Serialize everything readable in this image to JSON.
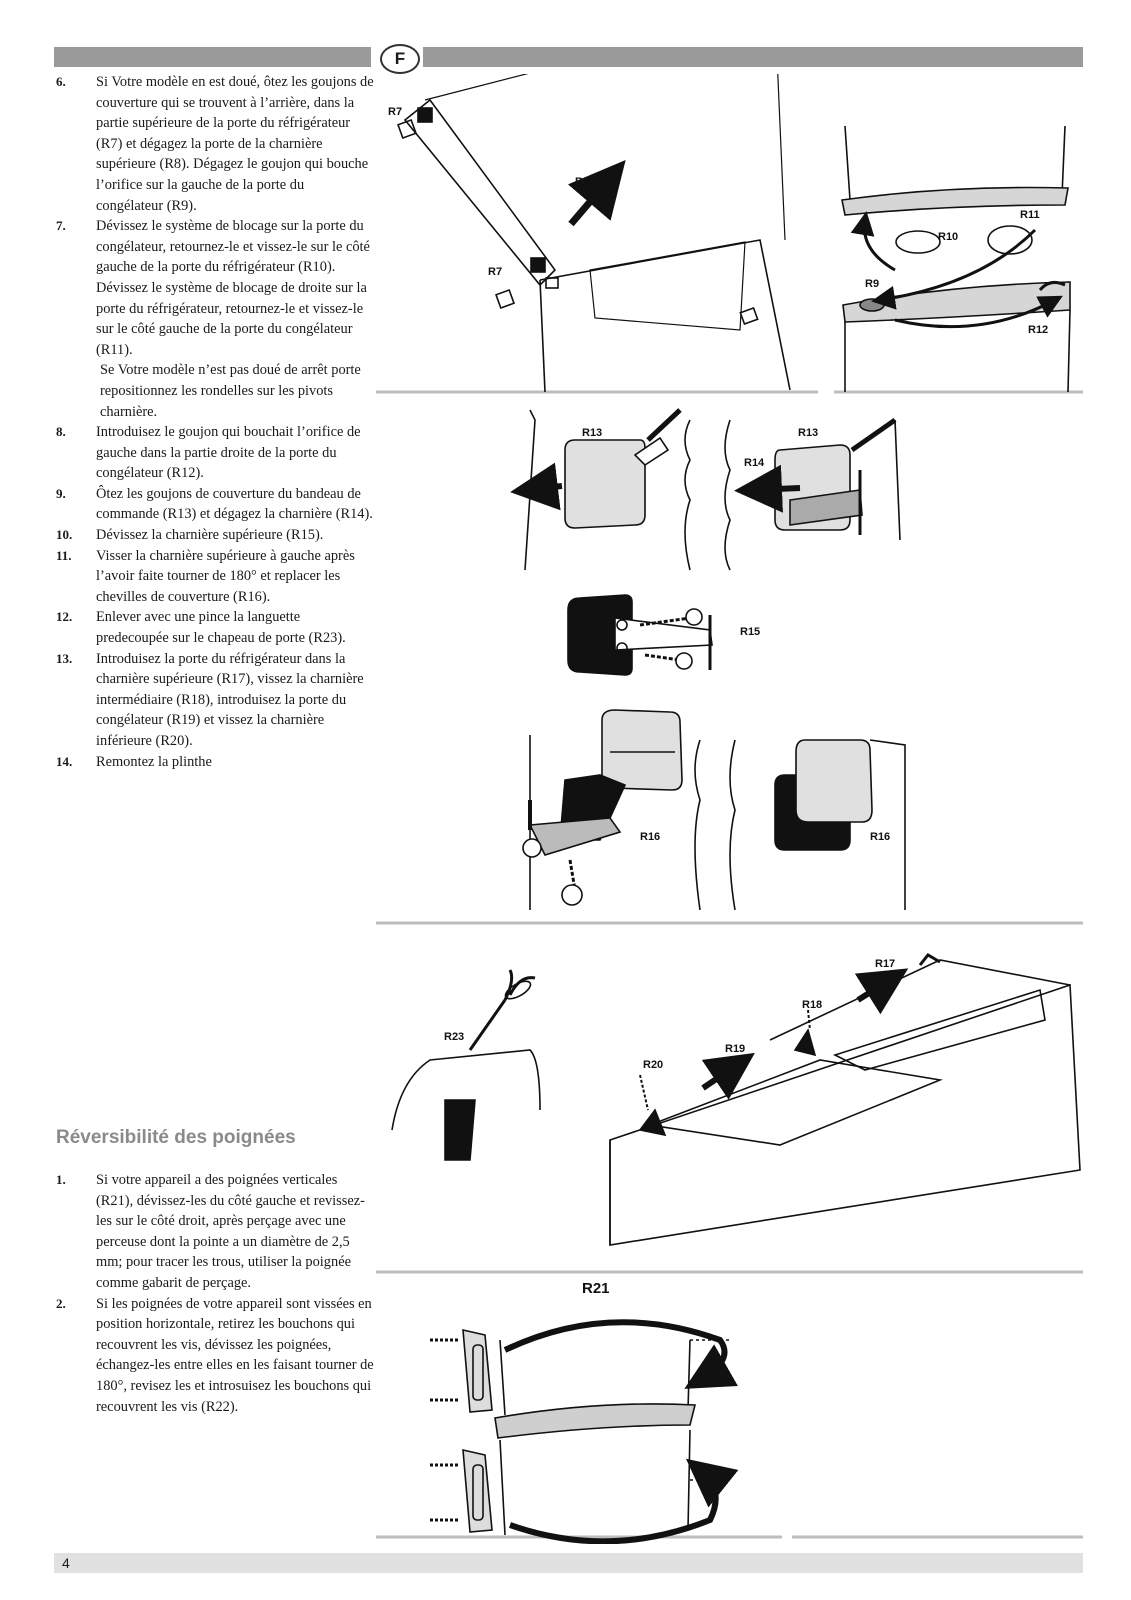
{
  "header": {
    "lang_badge": "F"
  },
  "steps": [
    {
      "num": "6.",
      "text": "Si Votre modèle en est doué, ôtez les goujons de couverture qui se trouvent à l’arrière, dans la partie supérieure de la porte du réfrigérateur (R7) et dégagez la porte de la charnière supérieure (R8). Dégagez le goujon qui bouche l’orifice sur la gauche de la porte du congélateur (R9)."
    },
    {
      "num": "7.",
      "text": "Dévissez le système de blocage sur la porte du congélateur, retournez-le et vissez-le sur le côté gauche de la porte du réfrigérateur (R10). Dévissez le système de blocage de droite sur la porte du réfrigérateur, retournez-le et vissez-le sur le côté gauche de la porte du congélateur (R11).",
      "note": "Se Votre modèle n’est pas doué de arrêt porte repositionnez les rondelles sur les pivots charnière."
    },
    {
      "num": "8.",
      "text": "Introduisez le goujon qui bouchait l’orifice de gauche dans la partie droite de la porte du congélateur (R12)."
    },
    {
      "num": "9.",
      "text": "Ôtez les goujons de couverture du bandeau de commande (R13) et dégagez la charnière (R14)."
    },
    {
      "num": "10.",
      "text": "Dévissez la charnière supérieure (R15)."
    },
    {
      "num": "11.",
      "text": "Visser la charnière supérieure à gauche après l’avoir faite tourner de 180° et replacer les chevilles de couverture (R16)."
    },
    {
      "num": "12.",
      "text": "Enlever avec une pince la languette predecoupée sur le chapeau de porte (R23)."
    },
    {
      "num": "13.",
      "text": "Introduisez la porte du réfrigérateur dans la charnière supérieure (R17), vissez la charnière intermédiaire (R18), introduisez la porte du congélateur (R19) et vissez la charnière inférieure (R20)."
    },
    {
      "num": "14.",
      "text": "Remontez la plinthe"
    }
  ],
  "section2": {
    "title": "Réversibilité des poignées",
    "steps": [
      {
        "num": "1.",
        "text": "Si votre appareil a des poignées verticales (R21), dévissez-les du côté gauche et revissez-les sur le côté droit, après perçage avec une perceuse dont la pointe a un diamètre de 2,5 mm; pour tracer les trous, utiliser la poignée comme gabarit de perçage."
      },
      {
        "num": "2.",
        "text": "Si les poignées de votre appareil sont vissées en position horizontale, retirez les bouchons qui recouvrent les vis, dévissez les poignées, échangez-les entre elles en les faisant tourner de 180°, revisez les et introsuisez les bouchons qui recouvrent les vis (R22)."
      }
    ]
  },
  "figure_labels": {
    "r7": "R7",
    "r8": "R8",
    "r9": "R9",
    "r10": "R10",
    "r11": "R11",
    "r12": "R12",
    "r13": "R13",
    "r14": "R14",
    "r15": "R15",
    "r16": "R16",
    "r17": "R17",
    "r18": "R18",
    "r19": "R19",
    "r20": "R20",
    "r21": "R21",
    "r23": "R23"
  },
  "footer": {
    "page_number": "4"
  }
}
